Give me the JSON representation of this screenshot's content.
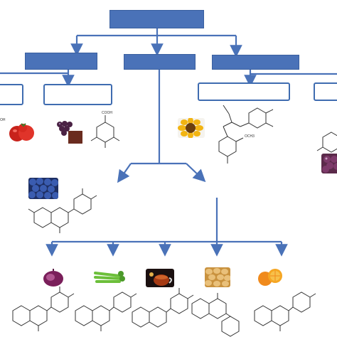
{
  "diagram": {
    "top_node": "",
    "level1_nodes": [
      "",
      "",
      ""
    ],
    "level2_nodes": [
      "",
      "",
      "",
      ""
    ],
    "molecule_labels": {
      "cooh": "COOH",
      "oh": "OH",
      "och3": "OCH3"
    },
    "food_icons": [
      "tomato-icon",
      "red-wine-grapes-icon",
      "sunflower-icon",
      "grapes-icon",
      "blueberries-icon",
      "red-onion-icon",
      "celery-icon",
      "black-tea-icon",
      "soybeans-icon",
      "citrus-icon"
    ],
    "colors": {
      "box_fill": "#4a72b8",
      "box_border": "#3f6cb0",
      "arrow": "#4a72b8",
      "structure_line": "#333333"
    }
  }
}
